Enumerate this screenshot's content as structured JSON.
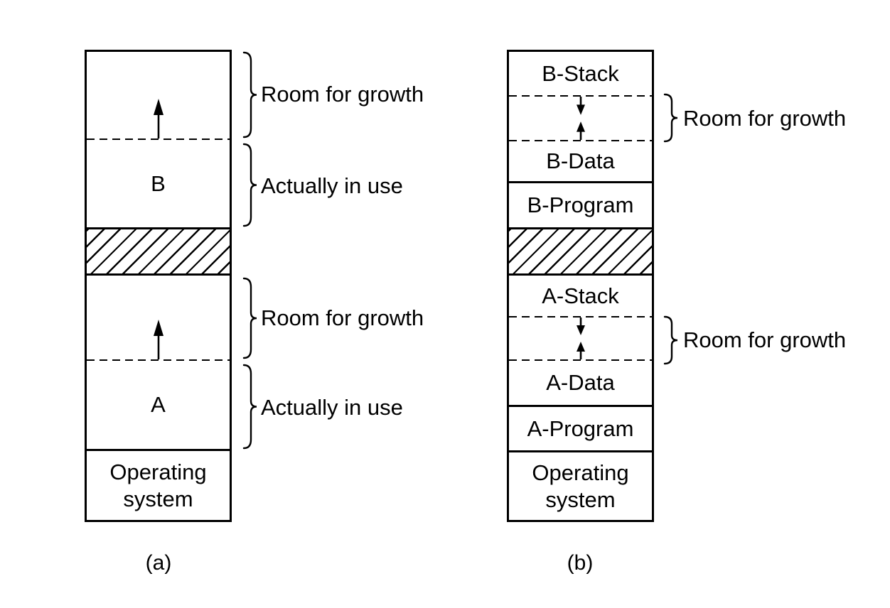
{
  "figure": {
    "colors": {
      "ink": "#000000",
      "background": "#ffffff"
    },
    "icons": {
      "growth_arrow_up": "up-arrow",
      "growth_arrows_converging": "down-and-up-arrows",
      "brace": "right-curly-brace"
    },
    "panel_a": {
      "caption": "(a)",
      "labels": {
        "process_b": "B",
        "process_a": "A",
        "os": "Operating system"
      },
      "annotations": {
        "room_b": "Room for growth",
        "in_use_b": "Actually in use",
        "room_a": "Room for growth",
        "in_use_a": "Actually in use"
      }
    },
    "panel_b": {
      "caption": "(b)",
      "labels": {
        "b_stack": "B-Stack",
        "b_data": "B-Data",
        "b_program": "B-Program",
        "a_stack": "A-Stack",
        "a_data": "A-Data",
        "a_program": "A-Program",
        "os": "Operating system"
      },
      "annotations": {
        "room_b": "Room for growth",
        "room_a": "Room for growth"
      }
    }
  }
}
